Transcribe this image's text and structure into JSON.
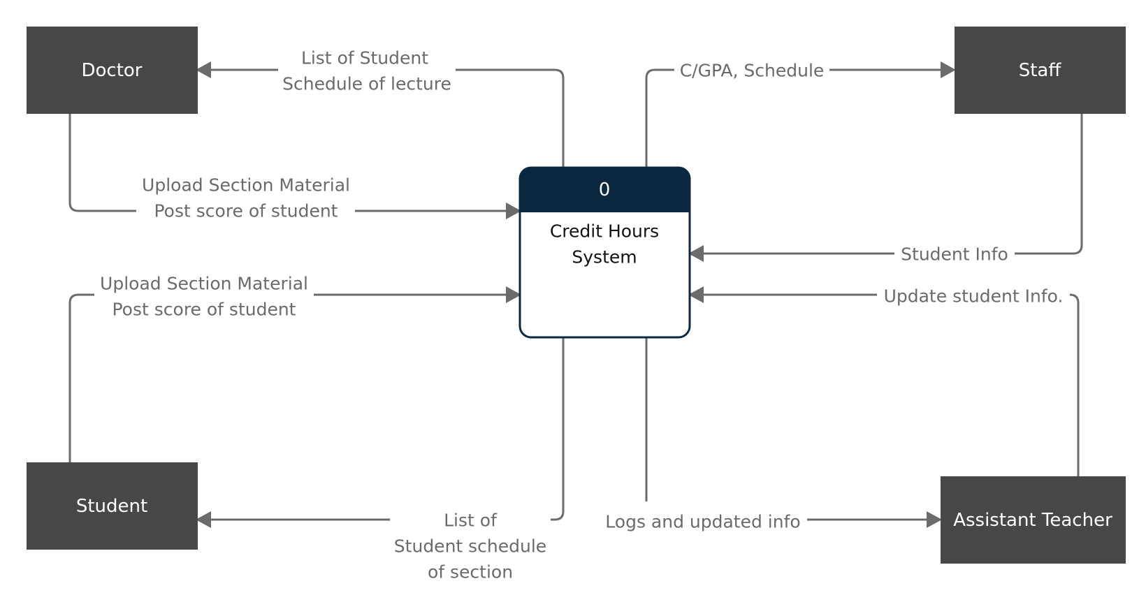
{
  "diagram": {
    "process": {
      "id": "0",
      "name_line1": "Credit Hours",
      "name_line2": "System"
    },
    "entities": {
      "doctor": "Doctor",
      "staff": "Staff",
      "student": "Student",
      "assistant_teacher": "Assistant Teacher"
    },
    "flows": {
      "to_doctor": [
        "List of Student",
        "Schedule of lecture"
      ],
      "from_doctor": [
        "Upload Section Material",
        "Post score of student"
      ],
      "from_student": [
        "Upload Section Material",
        "Post score of student"
      ],
      "to_staff": "C/GPA, Schedule",
      "from_staff": "Student Info",
      "from_assistant": "Update student Info.",
      "to_student": [
        "List of",
        "Student schedule",
        "of section"
      ],
      "to_assistant": "Logs and updated info"
    },
    "colors": {
      "entity_fill": "#474747",
      "process_header": "#0b2840",
      "process_border": "#0b2840",
      "flow_line": "#6b6b6b",
      "label_text": "#6a6a6a"
    }
  }
}
